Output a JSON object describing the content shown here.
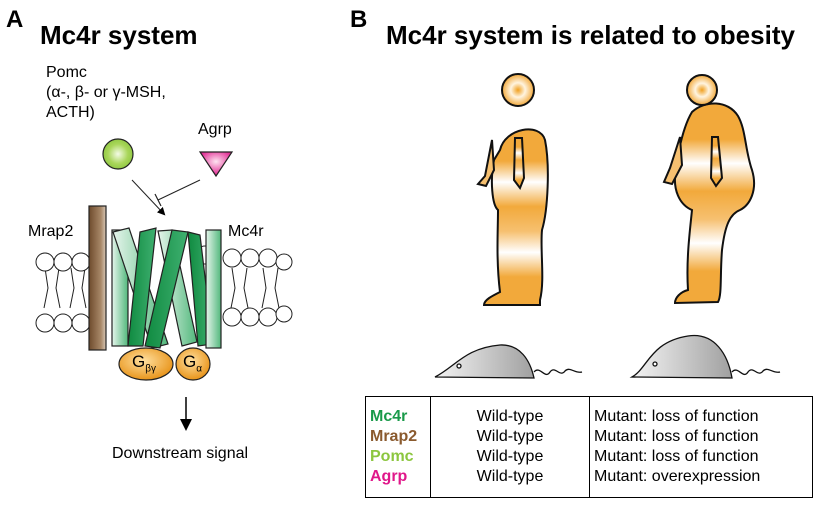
{
  "panel_a": {
    "letter": "A",
    "title": "Mc4r system",
    "pomc_label_lines": [
      "Pomc",
      "(α-, β- or γ-MSH,",
      "ACTH)"
    ],
    "agrp_label": "Agrp",
    "mrap2_label": "Mrap2",
    "mc4r_label": "Mc4r",
    "g_beta_gamma": {
      "main": "G",
      "sub": "βγ"
    },
    "g_alpha": {
      "main": "G",
      "sub": "α"
    },
    "downstream_label": "Downstream signal"
  },
  "panel_b": {
    "letter": "B",
    "title": "Mc4r system is related to obesity",
    "table": {
      "genes": [
        {
          "name": "Mc4r",
          "color": "#1a9a4a",
          "wild": "Wild-type",
          "mutant": "Mutant: loss of function"
        },
        {
          "name": "Mrap2",
          "color": "#8a5a2e",
          "wild": "Wild-type",
          "mutant": "Mutant: loss of function"
        },
        {
          "name": "Pomc",
          "color": "#8cc63f",
          "wild": "Wild-type",
          "mutant": "Mutant: loss of function"
        },
        {
          "name": "Agrp",
          "color": "#e0178a",
          "wild": "Wild-type",
          "mutant": "Mutant: overexpression"
        }
      ]
    }
  },
  "colors": {
    "receptor_green": "#1a9a4a",
    "mrap2_brown": "#8a6a4a",
    "pomc_green": "#9fd04e",
    "agrp_pink": "#e0178a",
    "g_protein_orange": "#f0a020",
    "body_orange": "#f2a93b",
    "mouse_gray": "#b8b8b8"
  }
}
